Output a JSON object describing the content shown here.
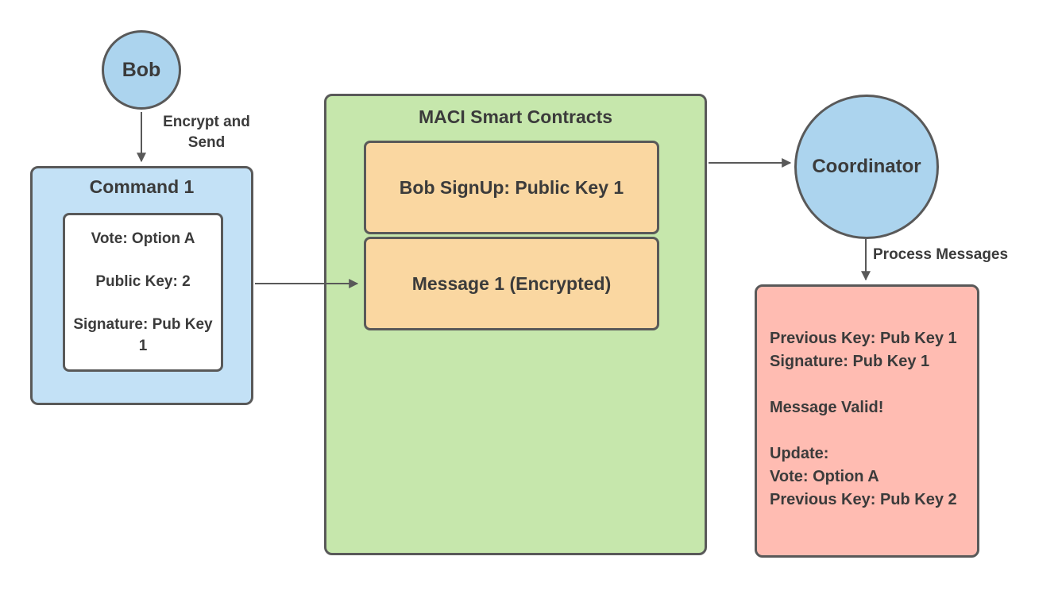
{
  "diagram": {
    "nodes": {
      "bob": {
        "label": "Bob"
      },
      "command": {
        "title": "Command 1",
        "details": "Vote: Option A\n\nPublic Key: 2\n\nSignature: Pub Key 1"
      },
      "maci": {
        "title": "MACI Smart Contracts",
        "signup": "Bob SignUp: Public Key 1",
        "message": "Message 1 (Encrypted)"
      },
      "coordinator": {
        "label": "Coordinator"
      },
      "result": {
        "details": "Previous Key: Pub Key 1\nSignature: Pub Key 1\n\nMessage Valid!\n\nUpdate:\nVote: Option A\nPrevious Key: Pub Key 2"
      }
    },
    "edges": {
      "encrypt_send": {
        "label": "Encrypt and Send"
      },
      "process_messages": {
        "label": "Process Messages"
      }
    },
    "colors": {
      "circle_fill": "#acd4ee",
      "command_fill": "#c3e1f6",
      "maci_fill": "#c6e7ac",
      "contract_fill": "#fad7a1",
      "result_fill": "#ffbcb2",
      "inner_card_fill": "#ffffff",
      "border": "#595959",
      "text": "#3b3b3b"
    }
  }
}
